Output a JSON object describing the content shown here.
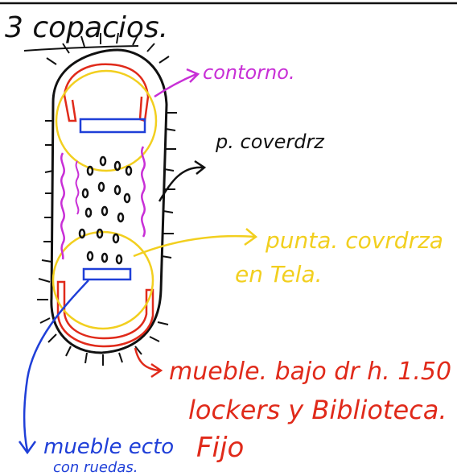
{
  "title": "3 copacios.",
  "annotations": {
    "contorno": "contorno.",
    "pared": "p. coverdrz",
    "punta": "punta. covrdrza",
    "punta_2": "en Tela.",
    "mueble": "mueble. bajo dr h. 1.50",
    "mueble_2": "lockers y Biblioteca.",
    "fijo": "Fijo",
    "movil": "mueble ecto",
    "movil_2": "con ruedas."
  },
  "colors": {
    "ink": "#111111",
    "red": "#e02a1a",
    "yellow": "#f2cf1f",
    "magenta": "#c82fd6",
    "blue": "#1f3fd8"
  }
}
